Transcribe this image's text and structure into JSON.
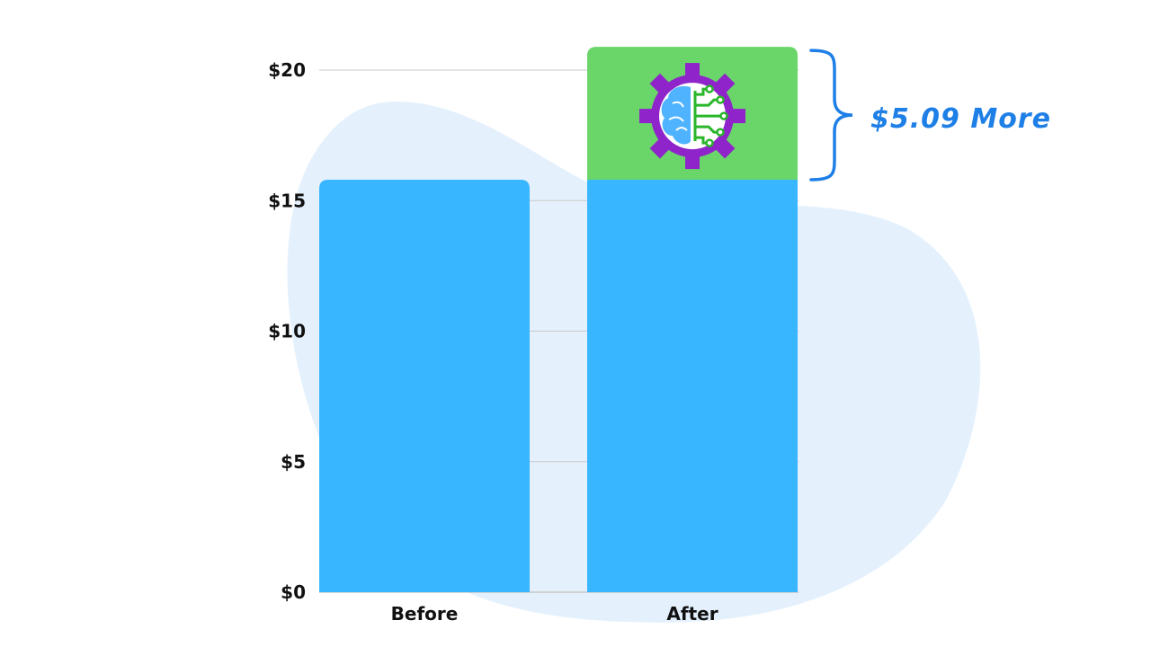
{
  "chart_data": {
    "type": "bar",
    "categories": [
      "Before",
      "After"
    ],
    "series": [
      {
        "values": [
          15.8,
          15.8
        ]
      },
      {
        "values": [
          0,
          5.09
        ]
      }
    ],
    "ylim": [
      0,
      20
    ],
    "yticks": [
      "$0",
      "$5",
      "$10",
      "$15",
      "$20"
    ],
    "ytick_values": [
      0,
      5,
      10,
      15,
      20
    ],
    "grid": true,
    "annotation": "$5.09 More"
  },
  "colors": {
    "base": "#38b6ff",
    "increase": "#6ad66a",
    "annotation": "#1e7fe6",
    "blob": "#e4f1fd",
    "grid": "#c8c8c8",
    "gear": "#8e24c9",
    "brain": "#4fb3ff",
    "circuit": "#29b62a"
  },
  "icons": {
    "increase_badge": "ai-brain-gear-icon"
  }
}
